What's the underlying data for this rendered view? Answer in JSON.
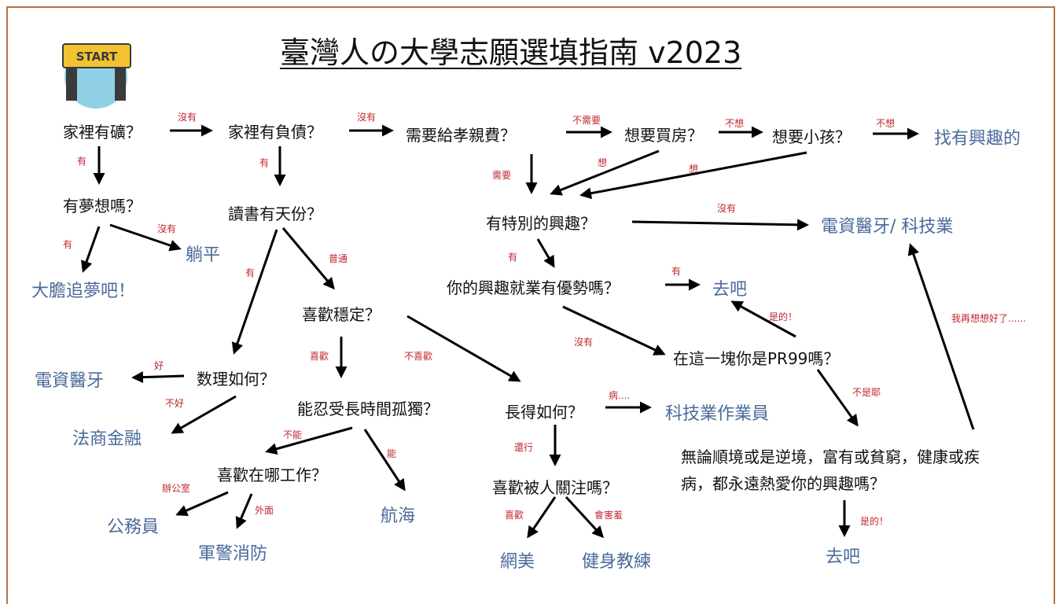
{
  "title": "臺灣人の大學志願選填指南 v2023",
  "start_badge": "START",
  "colors": {
    "border": "#b5723f",
    "result": "#4a6a9a",
    "label": "#c0262d",
    "text": "#111111"
  },
  "questions": {
    "mine": "家裡有礦？",
    "debt": "家裡有負債？",
    "filial": "需要給孝親費？",
    "house": "想要買房？",
    "kids": "想要小孩？",
    "dream": "有夢想嗎？",
    "talent": "讀書有天份？",
    "special": "有特別的興趣？",
    "advantage": "你的興趣就業有優勢嗎？",
    "stable": "喜歡穩定？",
    "pr99": "在這一塊你是PR99嗎？",
    "math": "数理如何？",
    "lonely": "能忍受長時間孤獨？",
    "looks": "長得如何？",
    "where": "喜歡在哪工作？",
    "attention": "喜歡被人關注嗎？",
    "forever": "無論順境或是逆境，富有或貧窮，健康或疾病，都永遠熱愛你的興趣嗎？"
  },
  "results": {
    "hobby": "找有興趣的",
    "flat": "躺平",
    "chase": "大膽追夢吧！",
    "eecs_tech": "電資醫牙/ 科技業",
    "go1": "去吧",
    "eecs": "電資醫牙",
    "law": "法商金融",
    "tech_worker": "科技業作業員",
    "civil": "公務員",
    "military": "軍警消防",
    "sailing": "航海",
    "influencer": "網美",
    "fitness": "健身教練",
    "go2": "去吧"
  },
  "labels": {
    "no1": "沒有",
    "no2": "沒有",
    "noneed": "不需要",
    "nowant1": "不想",
    "nowant2": "不想",
    "yes1": "有",
    "yes2": "有",
    "need": "需要",
    "want1": "想",
    "want2": "想",
    "no_flat": "沒有",
    "yes_dream": "有",
    "no_special": "沒有",
    "yes_special": "有",
    "normal": "普通",
    "yes_talent": "有",
    "yes_adv": "有",
    "no_adv": "沒有",
    "right1": "是的！",
    "rethink": "我再想想好了......",
    "like": "喜歡",
    "dislike": "不喜歡",
    "good": "好",
    "bad": "不好",
    "notright": "不是耶",
    "ill": "病....",
    "cannot": "不能",
    "can": "能",
    "ok": "還行",
    "office": "辦公室",
    "outside": "外面",
    "like2": "喜歡",
    "shy": "會害羞",
    "right2": "是的！"
  }
}
